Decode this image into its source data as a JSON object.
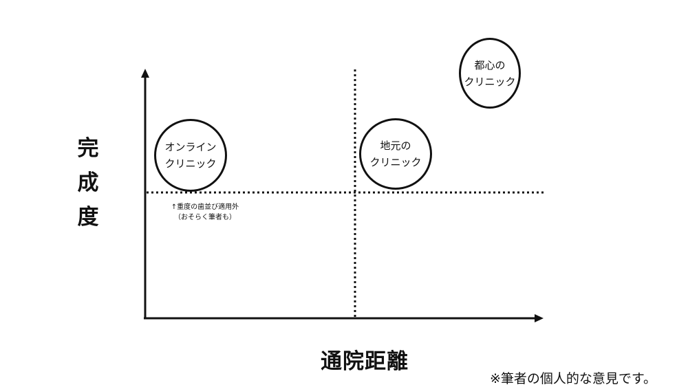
{
  "axes": {
    "y_label_chars": [
      "完",
      "成",
      "度"
    ],
    "x_label": "通院距離"
  },
  "quadrant_items": [
    {
      "line1": "オンライン",
      "line2": "クリニック"
    },
    {
      "line1": "地元の",
      "line2": "クリニック"
    },
    {
      "line1": "都心の",
      "line2": "クリニック"
    }
  ],
  "annotation": {
    "line1": "↑重度の歯並び適用外",
    "line2": "（おそらく筆者も）"
  },
  "footnote": "※筆者の個人的な意見です。"
}
